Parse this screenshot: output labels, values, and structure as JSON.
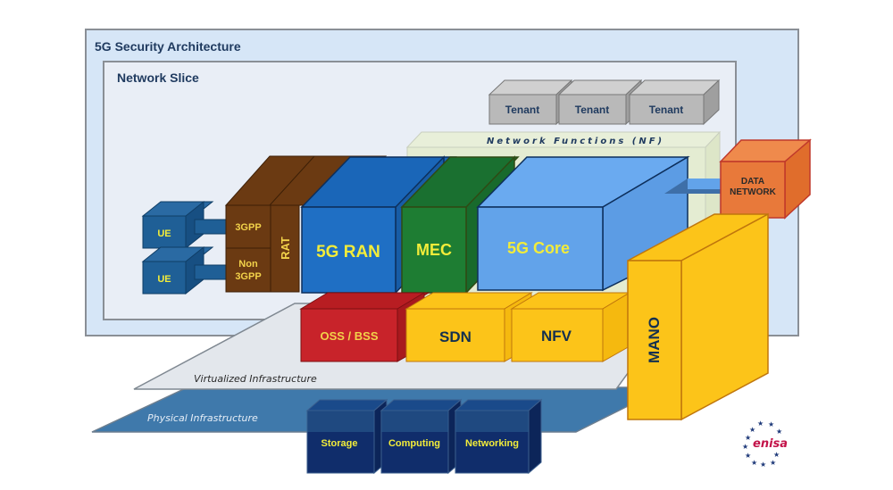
{
  "title": "5G Security Architecture",
  "slice_title": "Network Slice",
  "tenants": [
    "Tenant",
    "Tenant",
    "Tenant"
  ],
  "nf_label": "Network Functions (NF)",
  "ue": [
    "UE",
    "UE"
  ],
  "access": {
    "gpp": "3GPP",
    "non_gpp_1": "Non",
    "non_gpp_2": "3GPP",
    "rat": "RAT"
  },
  "functions": {
    "ran": "5G RAN",
    "mec": "MEC",
    "core": "5G Core"
  },
  "data_network": {
    "line1": "DATA",
    "line2": "NETWORK"
  },
  "support": {
    "oss": "OSS / BSS",
    "sdn": "SDN",
    "nfv": "NFV"
  },
  "mano": "MANO",
  "virtualized": "Virtualized Infrastructure",
  "physical": "Physical Infrastructure",
  "physical_items": [
    "Storage",
    "Computing",
    "Networking"
  ],
  "logo": "enisa",
  "colors": {
    "outer_bg": "#d6e6f7",
    "slice_bg": "#e9eef6",
    "title": "#1f3a5f",
    "tenant": "#b9b9b9",
    "nf": "#e4ecd2",
    "ue": "#1f5f96",
    "rat": "#6b3a12",
    "ran": "#1f6fc4",
    "mec": "#1e7d33",
    "core": "#62a3ea",
    "data_network": "#e8793a",
    "oss": "#c8232a",
    "yellow": "#fcc419",
    "phys_plane": "#3f79ab",
    "virt_plane": "#e3e7ec",
    "phys_box": "#102d6b",
    "label_yellow": "#f2ec3a",
    "label_dark": "#14304f",
    "logo": "#c3144a"
  }
}
